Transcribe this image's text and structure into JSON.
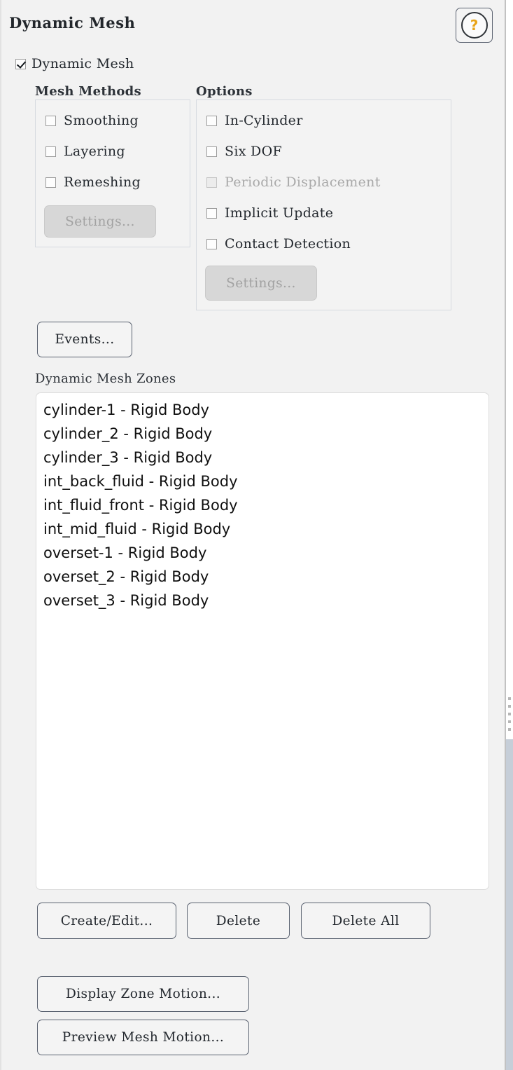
{
  "panel": {
    "title": "Dynamic Mesh",
    "help_icon_label": "?",
    "accent_color": "#e8a317",
    "background_color": "#f2f2f2",
    "border_color": "#5a6270"
  },
  "master_checkbox": {
    "label": "Dynamic Mesh",
    "checked": true
  },
  "mesh_methods": {
    "caption": "Mesh Methods",
    "items": [
      {
        "label": "Smoothing",
        "checked": false,
        "enabled": true
      },
      {
        "label": "Layering",
        "checked": false,
        "enabled": true
      },
      {
        "label": "Remeshing",
        "checked": false,
        "enabled": true
      }
    ],
    "settings_label": "Settings...",
    "settings_enabled": false
  },
  "options": {
    "caption": "Options",
    "items": [
      {
        "label": "In-Cylinder",
        "checked": false,
        "enabled": true
      },
      {
        "label": "Six DOF",
        "checked": false,
        "enabled": true
      },
      {
        "label": "Periodic Displacement",
        "checked": false,
        "enabled": false
      },
      {
        "label": "Implicit Update",
        "checked": false,
        "enabled": true
      },
      {
        "label": "Contact Detection",
        "checked": false,
        "enabled": true
      }
    ],
    "settings_label": "Settings...",
    "settings_enabled": false
  },
  "events": {
    "label": "Events..."
  },
  "zones": {
    "caption": "Dynamic Mesh Zones",
    "items": [
      "cylinder-1 - Rigid Body",
      "cylinder_2 - Rigid Body",
      "cylinder_3 - Rigid Body",
      "int_back_fluid - Rigid Body",
      "int_fluid_front - Rigid Body",
      "int_mid_fluid - Rigid Body",
      "overset-1 - Rigid Body",
      "overset_2 - Rigid Body",
      "overset_3 - Rigid Body"
    ]
  },
  "zone_actions": {
    "create_edit_label": "Create/Edit...",
    "delete_label": "Delete",
    "delete_all_label": "Delete All"
  },
  "motion_actions": {
    "display_zone_motion_label": "Display Zone Motion...",
    "preview_mesh_motion_label": "Preview Mesh Motion..."
  }
}
